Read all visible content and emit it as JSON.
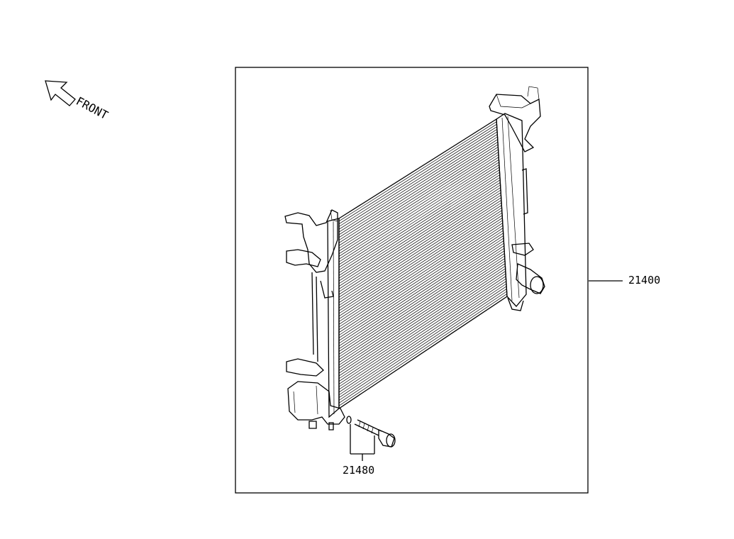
{
  "orientation": {
    "label": "FRONT",
    "icon": "front-arrow-icon"
  },
  "parts": {
    "radiator_label": "21400",
    "drain_cock_label": "21480"
  }
}
